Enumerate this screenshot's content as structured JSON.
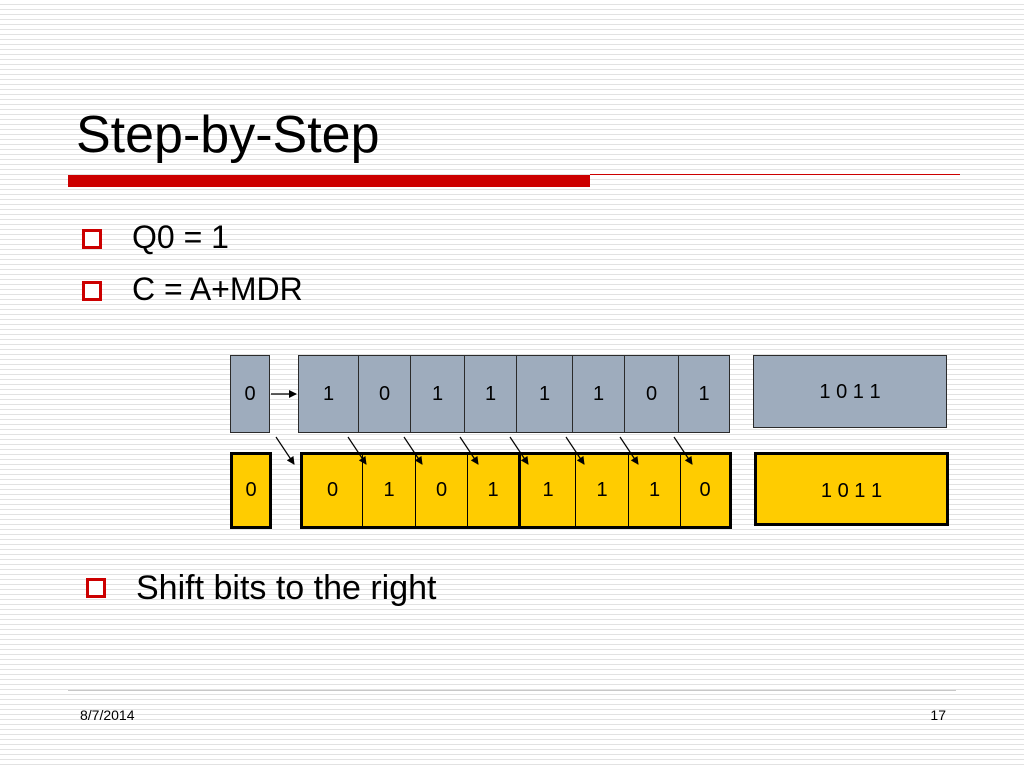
{
  "slide": {
    "title": "Step-by-Step",
    "bullets": [
      "Q0 = 1",
      "C = A+MDR"
    ],
    "bottom_bullet": "Shift bits to the right",
    "date": "8/7/2014",
    "page_number": "17"
  },
  "diagram": {
    "before": {
      "carry": "0",
      "bits": [
        "1",
        "0",
        "1",
        "1",
        "1",
        "1",
        "0",
        "1"
      ],
      "multiplier": "1 0 1 1"
    },
    "after": {
      "carry": "0",
      "bits": [
        "0",
        "1",
        "0",
        "1",
        "1",
        "1",
        "1",
        "0"
      ],
      "multiplier": "1 0 1 1"
    },
    "colors": {
      "before_fill": "#9eacbd",
      "after_fill": "#ffcc00",
      "accent": "#cc0000"
    }
  }
}
